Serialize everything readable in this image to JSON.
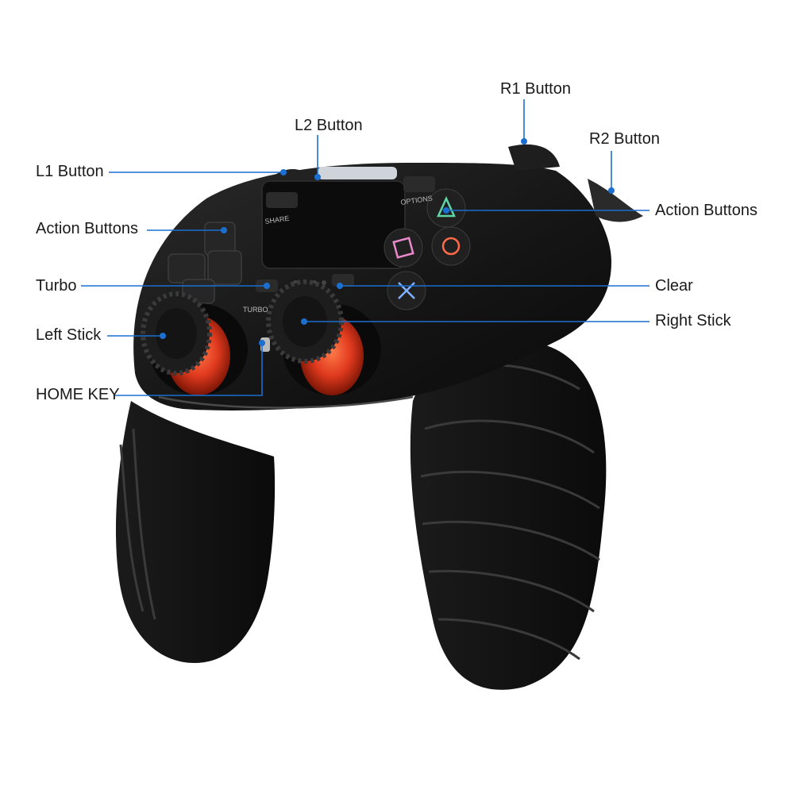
{
  "diagram": {
    "product": "gamepad-controller",
    "accent_color": "#1a6fd0",
    "body_color": "#141414",
    "stick_color": "#e03a1e",
    "callouts": {
      "l1": "L1 Button",
      "l2": "L2 Button",
      "r1": "R1 Button",
      "r2": "R2 Button",
      "action_left": "Action Buttons",
      "action_right": "Action Buttons",
      "turbo": "Turbo",
      "clear": "Clear",
      "left_stick": "Left Stick",
      "right_stick": "Right Stick",
      "home": "HOME KEY"
    },
    "panel_labels": {
      "share": "SHARE",
      "options": "OPTIONS",
      "turbo": "TURBO"
    }
  }
}
